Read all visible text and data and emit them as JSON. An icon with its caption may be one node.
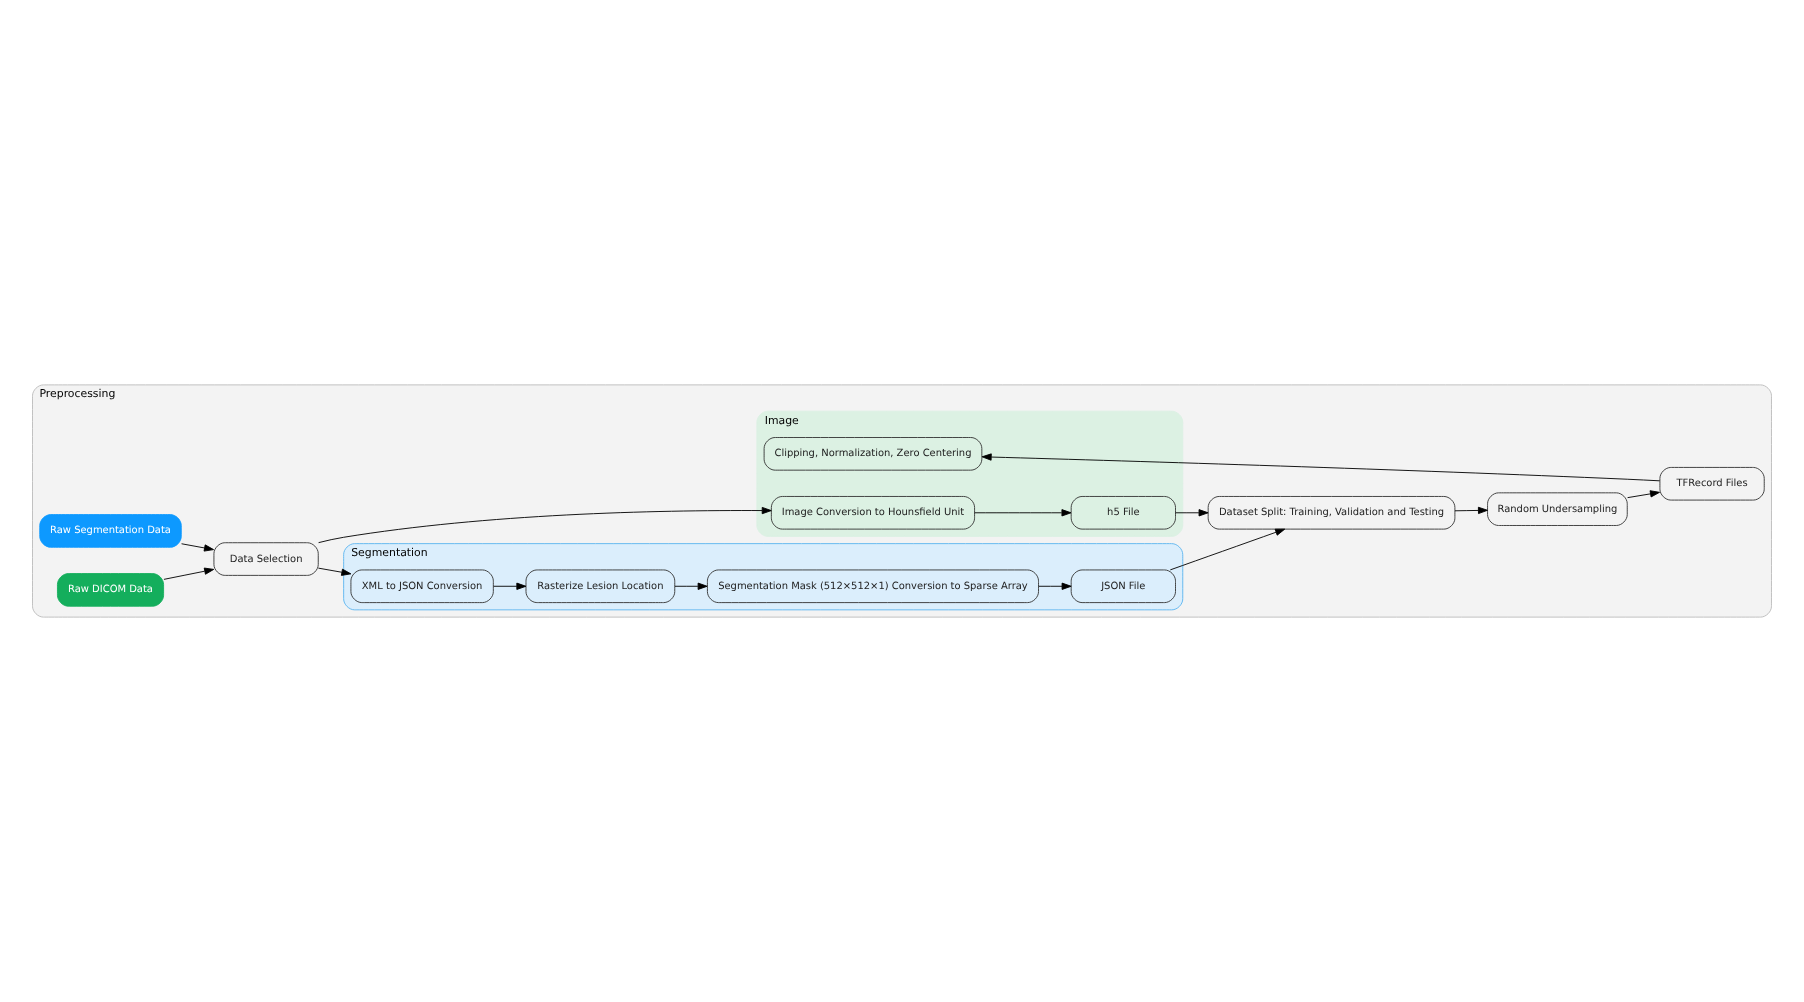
{
  "diagram": {
    "nodes": [
      {
        "text": [
          "Preprocessing"
        ]
      },
      {
        "text": [
          "Raw Segmentation Data"
        ],
        "in": 0
      },
      {
        "text": [
          "Data Selection"
        ],
        "in": 0
      },
      {
        "text": [
          "Raw DICOM Data"
        ],
        "in": 0
      },
      {
        "text": [
          "Segmentation"
        ],
        "in": 0
      },
      {
        "text": [
          "Segmentation Mask (512×512×1) Conversion to Sparse Array"
        ],
        "in": 4
      },
      {
        "text": [
          "JSON File"
        ],
        "in": 4
      },
      {
        "text": [
          "XML to JSON Conversion"
        ],
        "in": 4
      },
      {
        "text": [
          "Rasterize Lesion Location"
        ],
        "in": 4
      },
      {
        "text": [
          "Dataset Split: Training, Validation and Testing"
        ],
        "in": 0
      },
      {
        "text": [
          "Random Undersampling"
        ],
        "in": 0
      },
      {
        "text": [
          "TFRecord Files"
        ],
        "in": 0
      },
      {
        "text": [
          "Image"
        ],
        "in": 0
      },
      {
        "text": [
          "Image Conversion to Hounsfield Unit"
        ],
        "in": 12
      },
      {
        "text": [
          "h5 File"
        ],
        "in": 12
      },
      {
        "text": [
          "Clipping, Normalization, Zero Centering"
        ],
        "in": 12
      }
    ],
    "edges": [
      {
        "from": 1,
        "to": 2,
        "arrow": "to"
      },
      {
        "from": 3,
        "to": 2,
        "arrow": "to"
      },
      {
        "from": 2,
        "to": 7,
        "arrow": "to"
      },
      {
        "from": 2,
        "to": 13,
        "arrow": "to"
      },
      {
        "from": 7,
        "to": 8,
        "arrow": "to"
      },
      {
        "from": 8,
        "to": 5,
        "arrow": "to"
      },
      {
        "from": 5,
        "to": 6,
        "arrow": "to"
      },
      {
        "from": 6,
        "to": 9,
        "arrow": "to"
      },
      {
        "from": 14,
        "to": 9,
        "arrow": "to"
      },
      {
        "from": 9,
        "to": 10,
        "arrow": "to"
      },
      {
        "from": 10,
        "to": 11,
        "arrow": "to"
      },
      {
        "from": 11,
        "to": 15,
        "arrow": "to"
      },
      {
        "from": 13,
        "to": 14,
        "arrow": "to"
      }
    ]
  }
}
